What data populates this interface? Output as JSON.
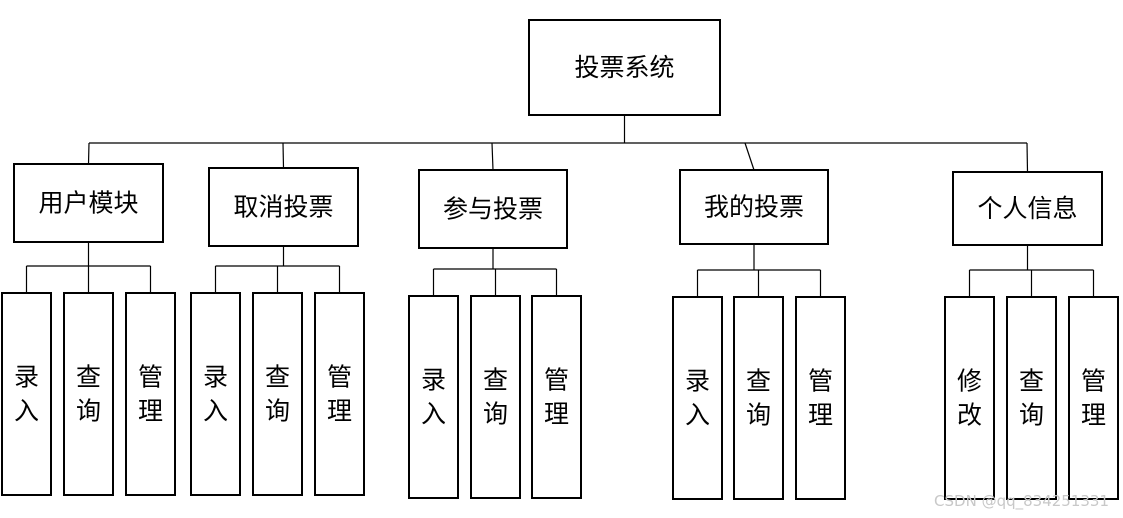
{
  "root": {
    "label": "投票系统"
  },
  "modules": [
    {
      "label": "用户模块",
      "children": [
        [
          "录",
          "入"
        ],
        [
          "查",
          "询"
        ],
        [
          "管",
          "理"
        ]
      ]
    },
    {
      "label": "取消投票",
      "children": [
        [
          "录",
          "入"
        ],
        [
          "查",
          "询"
        ],
        [
          "管",
          "理"
        ]
      ]
    },
    {
      "label": "参与投票",
      "children": [
        [
          "录",
          "入"
        ],
        [
          "查",
          "询"
        ],
        [
          "管",
          "理"
        ]
      ]
    },
    {
      "label": "我的投票",
      "children": [
        [
          "录",
          "入"
        ],
        [
          "查",
          "询"
        ],
        [
          "管",
          "理"
        ]
      ]
    },
    {
      "label": "个人信息",
      "children": [
        [
          "修",
          "改"
        ],
        [
          "查",
          "询"
        ],
        [
          "管",
          "理"
        ]
      ]
    }
  ],
  "watermark": "CSDN @qq_834251331"
}
